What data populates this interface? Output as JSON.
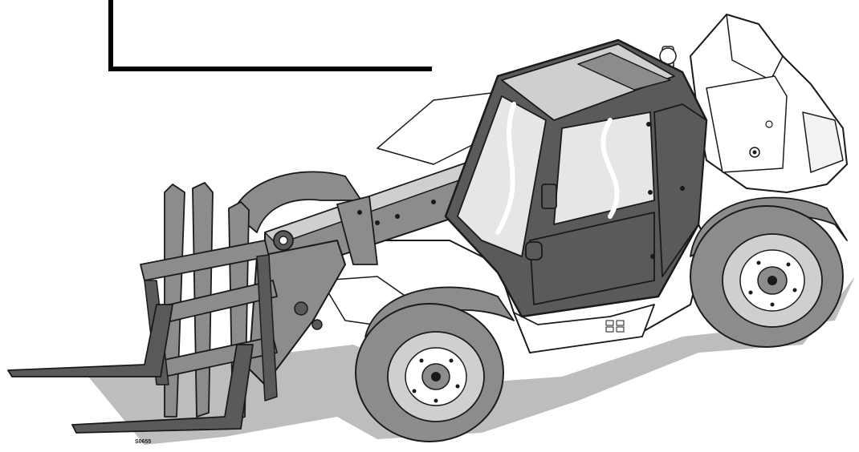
{
  "figure": {
    "reference_code": "S0655",
    "subject": "telehandler",
    "colors": {
      "outline": "#1a1a1a",
      "dark_panel": "#5a5a5a",
      "mid_gray": "#8c8c8c",
      "light_gray": "#cfcfcf",
      "shadow": "#bdbdbd",
      "body_white": "#ffffff",
      "glass": "#e6e6e6"
    },
    "icons": [
      "telehandler-illustration",
      "callout-bracket"
    ]
  }
}
